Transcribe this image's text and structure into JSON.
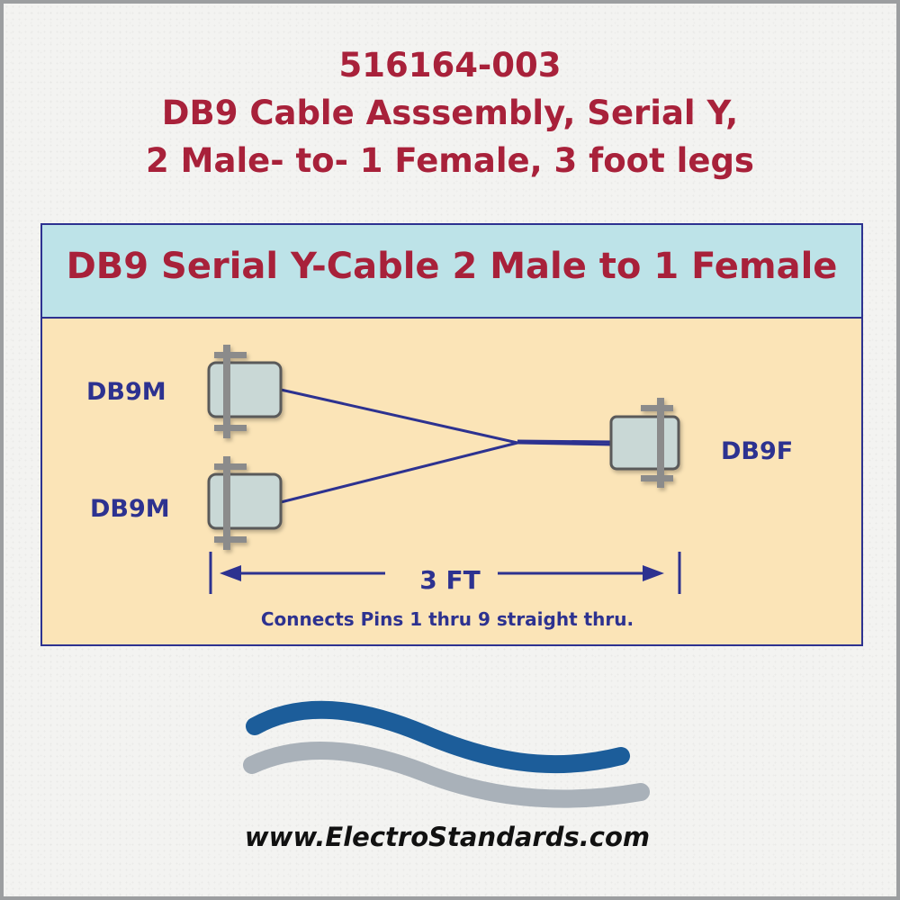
{
  "header": {
    "part_number": "516164-003",
    "description_line_1": "DB9 Cable Asssembly, Serial Y,",
    "description_line_2": "2 Male- to- 1 Female, 3 foot legs"
  },
  "diagram": {
    "title": "DB9 Serial Y-Cable 2 Male to 1 Female",
    "connectors": {
      "male_top": "DB9M",
      "male_bottom": "DB9M",
      "female": "DB9F"
    },
    "dimension": "3 FT",
    "note": "Connects Pins 1 thru 9 straight thru."
  },
  "footer": {
    "website": "www.ElectroStandards.com"
  },
  "colors": {
    "title_red": "#a8213a",
    "diagram_blue": "#2d3290",
    "header_band": "#bde3e8",
    "panel_fill": "#fbe4b7",
    "logo_blue": "#1c5d9a",
    "logo_gray": "#a9b1b9"
  }
}
